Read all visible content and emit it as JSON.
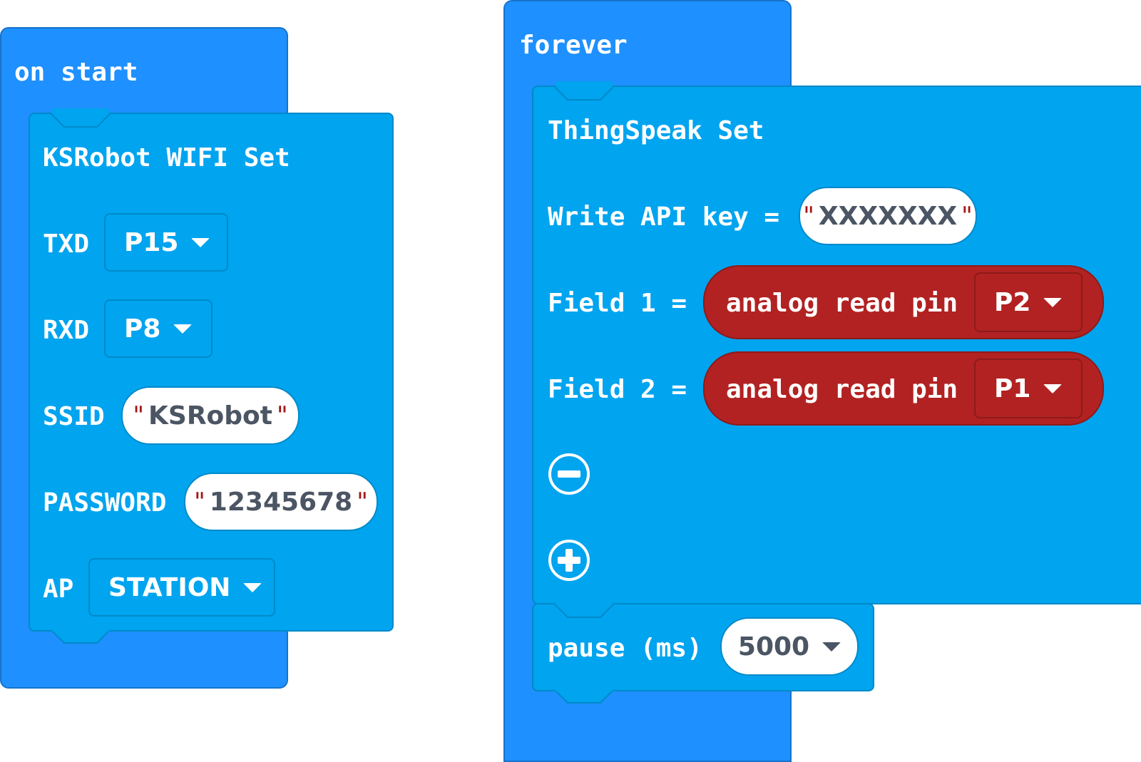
{
  "on_start": {
    "hat_label": "on start",
    "wifi_block": {
      "title": "KSRobot WIFI Set",
      "txd_label": "TXD",
      "txd_value": "P15",
      "rxd_label": "RXD",
      "rxd_value": "P8",
      "ssid_label": "SSID",
      "ssid_value": "KSRobot",
      "password_label": "PASSWORD",
      "password_value": "12345678",
      "ap_label": "AP",
      "ap_value": "STATION"
    }
  },
  "forever": {
    "hat_label": "forever",
    "thingspeak_block": {
      "title": "ThingSpeak Set",
      "api_key_label": "Write API key =",
      "api_key_value": "XXXXXXX",
      "field1_label": "Field 1 =",
      "field1_reporter": "analog read pin",
      "field1_pin": "P2",
      "field2_label": "Field 2 =",
      "field2_reporter": "analog read pin",
      "field2_pin": "P1",
      "remove_icon": "minus-circle-icon",
      "add_icon": "plus-circle-icon"
    },
    "pause_block": {
      "label": "pause (ms)",
      "value": "5000"
    }
  },
  "colors": {
    "event_block": "#1e90ff",
    "statement_block": "#00a4ef",
    "reporter_block": "#b22222",
    "string_quote": "#a31515"
  }
}
